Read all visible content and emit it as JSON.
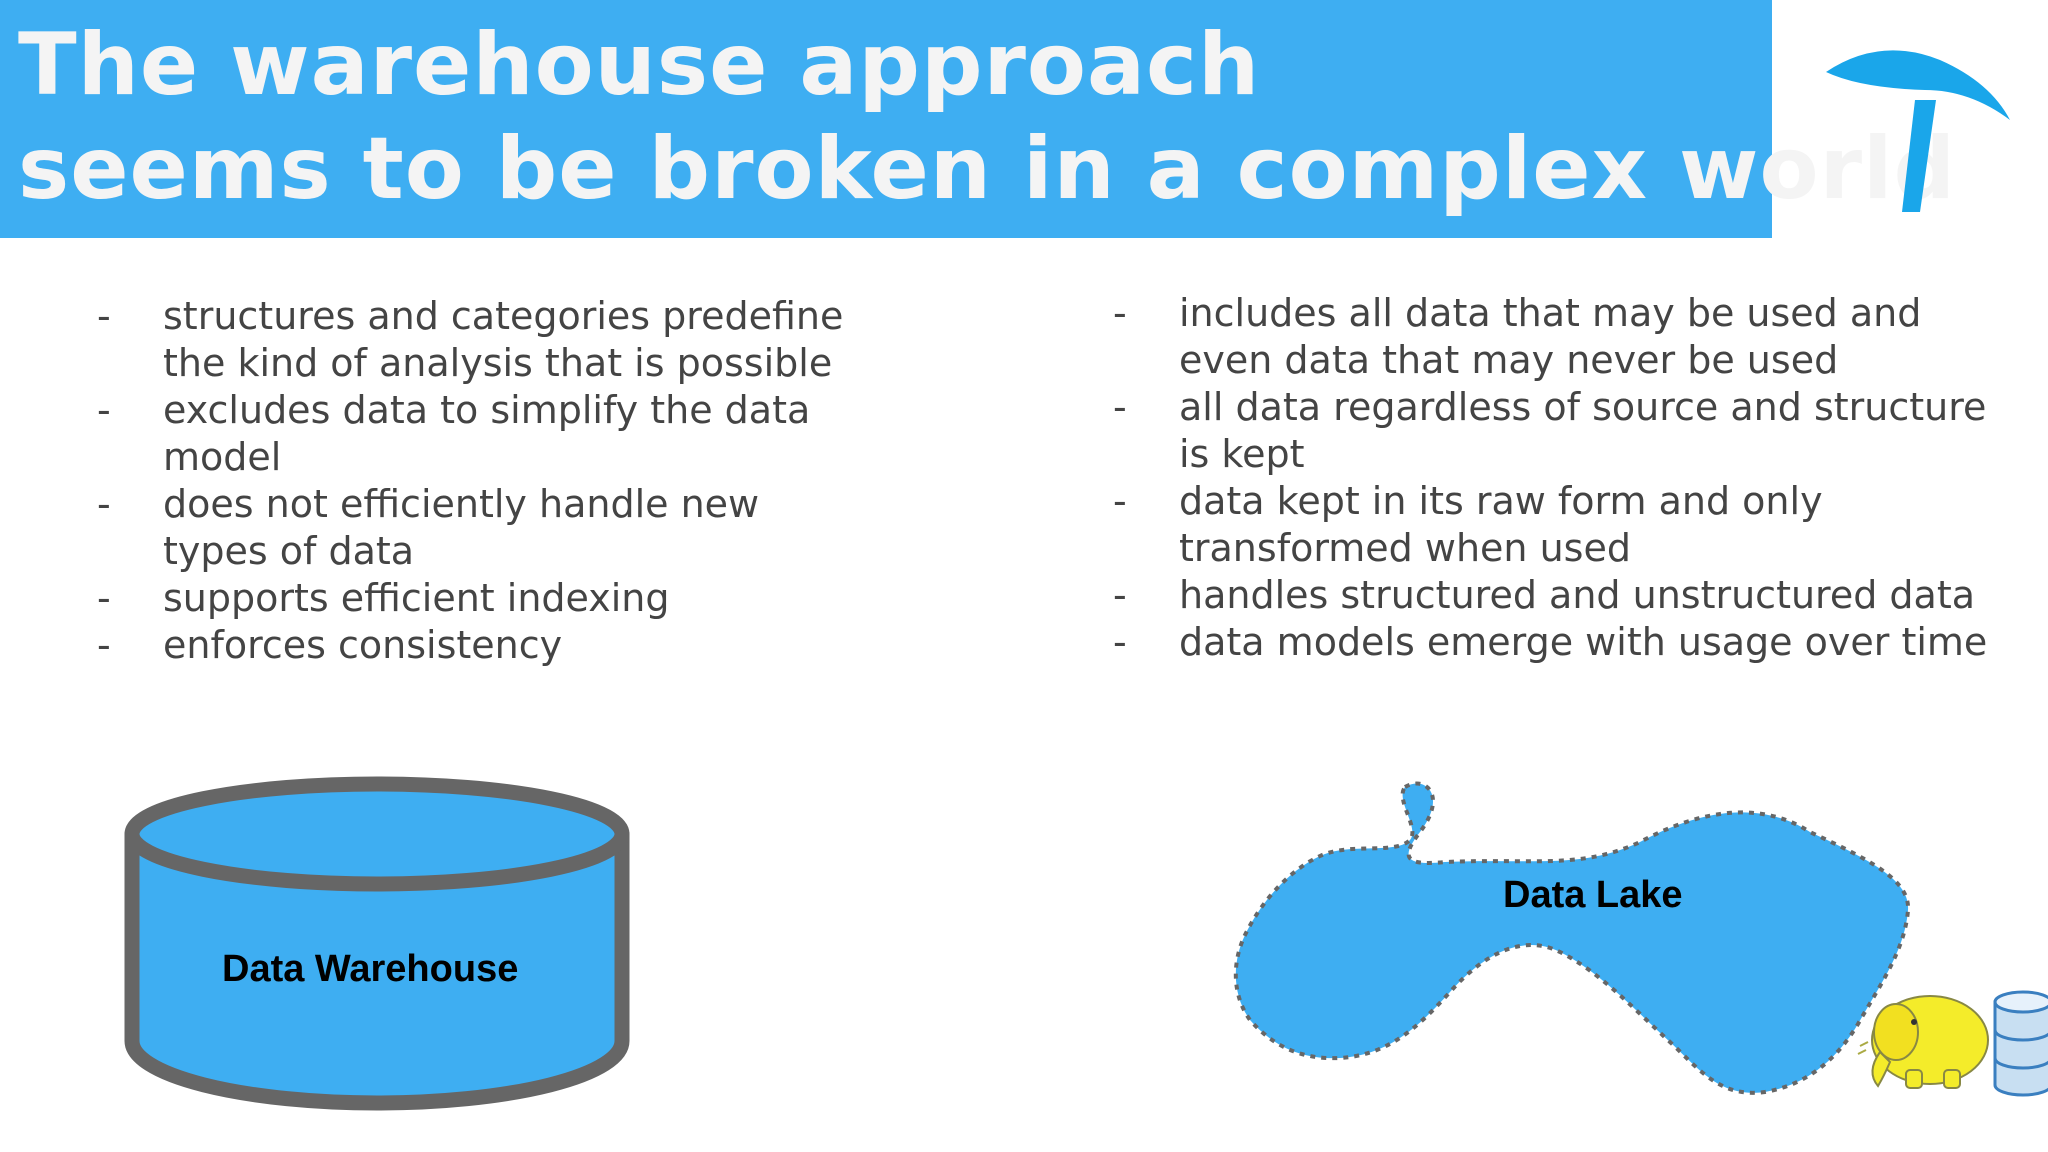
{
  "title": {
    "line1": "The warehouse approach",
    "line2": "seems to be broken in a complex world"
  },
  "left_list": {
    "marker": "-",
    "items": [
      "structures and categories predefine the kind of analysis that is possible",
      "excludes data to simplify the data model",
      "does not efficiently handle new types of data",
      "supports efficient indexing",
      "enforces consistency"
    ]
  },
  "right_list": {
    "marker": "-",
    "items": [
      "includes all data that may be used and even data that may never be used",
      "all data regardless of source and structure is kept",
      "data kept in its raw form and only transformed when used",
      "handles structured and unstructured data",
      "data models emerge with usage over time"
    ]
  },
  "diagram": {
    "warehouse_label": "Data Warehouse",
    "lake_label": "Data Lake"
  },
  "colors": {
    "accent": "#3eaef2",
    "cylinder_border": "#666666",
    "text": "#444444",
    "logo": "#1aa6ea",
    "elephant": "#f4ec2a"
  },
  "icons": {
    "logo": "umbrella-icon",
    "elephant": "hadoop-elephant-icon",
    "database": "database-icon"
  }
}
